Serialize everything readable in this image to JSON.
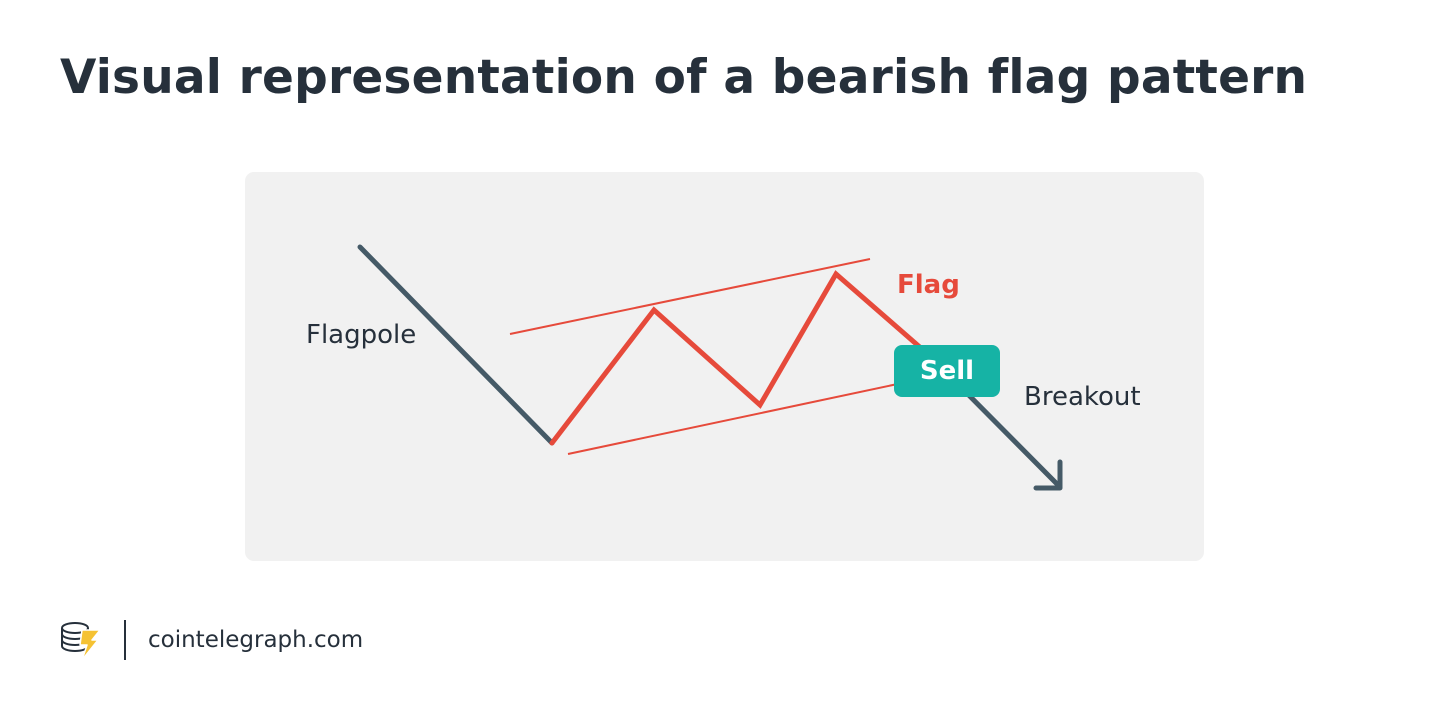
{
  "title": "Visual representation of a bearish flag pattern",
  "labels": {
    "flagpole": "Flagpole",
    "flag": "Flag",
    "sell": "Sell",
    "breakout": "Breakout"
  },
  "footer": {
    "site": "cointelegraph.com",
    "logo_icon": "cointelegraph-logo-icon"
  },
  "colors": {
    "title_text": "#26303b",
    "panel_background": "#f1f1f1",
    "flagpole_line": "#455a67",
    "flag_line": "#e64a3b",
    "sell_button": "#16b3a5"
  }
}
